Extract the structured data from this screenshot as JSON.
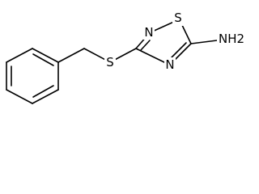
{
  "molecule": {
    "atoms": {
      "ring_nitrogen_top": "N",
      "ring_sulfur": "S",
      "ring_nitrogen_bottom": "N",
      "thioether_sulfur": "S",
      "amine": "NH2"
    },
    "colors": {
      "bond": "#000000",
      "label": "#000000",
      "background": "#ffffff"
    }
  }
}
